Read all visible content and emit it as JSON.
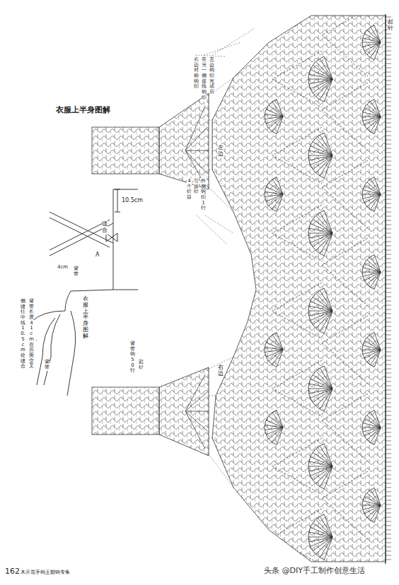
{
  "diagram": {
    "title": "衣服上半身图解",
    "labels": [
      "左边钩织完成后",
      "在另一侧接线钩织",
      "右边对称钩织",
      "外侧钩织1行",
      "引拔针",
      "4个针目",
      "左边",
      "右边",
      "起针",
      "起针",
      "背带钩50行",
      "10.5cm",
      "缝合",
      "4cm",
      "背带",
      "A",
      "衣服上半身图解",
      "背带长度41cm，在后面交叉",
      "侧缝往中线10.5cm处缝合",
      "背带",
      "162",
      "木开花手钩王朝钩专集",
      "头条 @DIY手工制作创意生活"
    ]
  }
}
